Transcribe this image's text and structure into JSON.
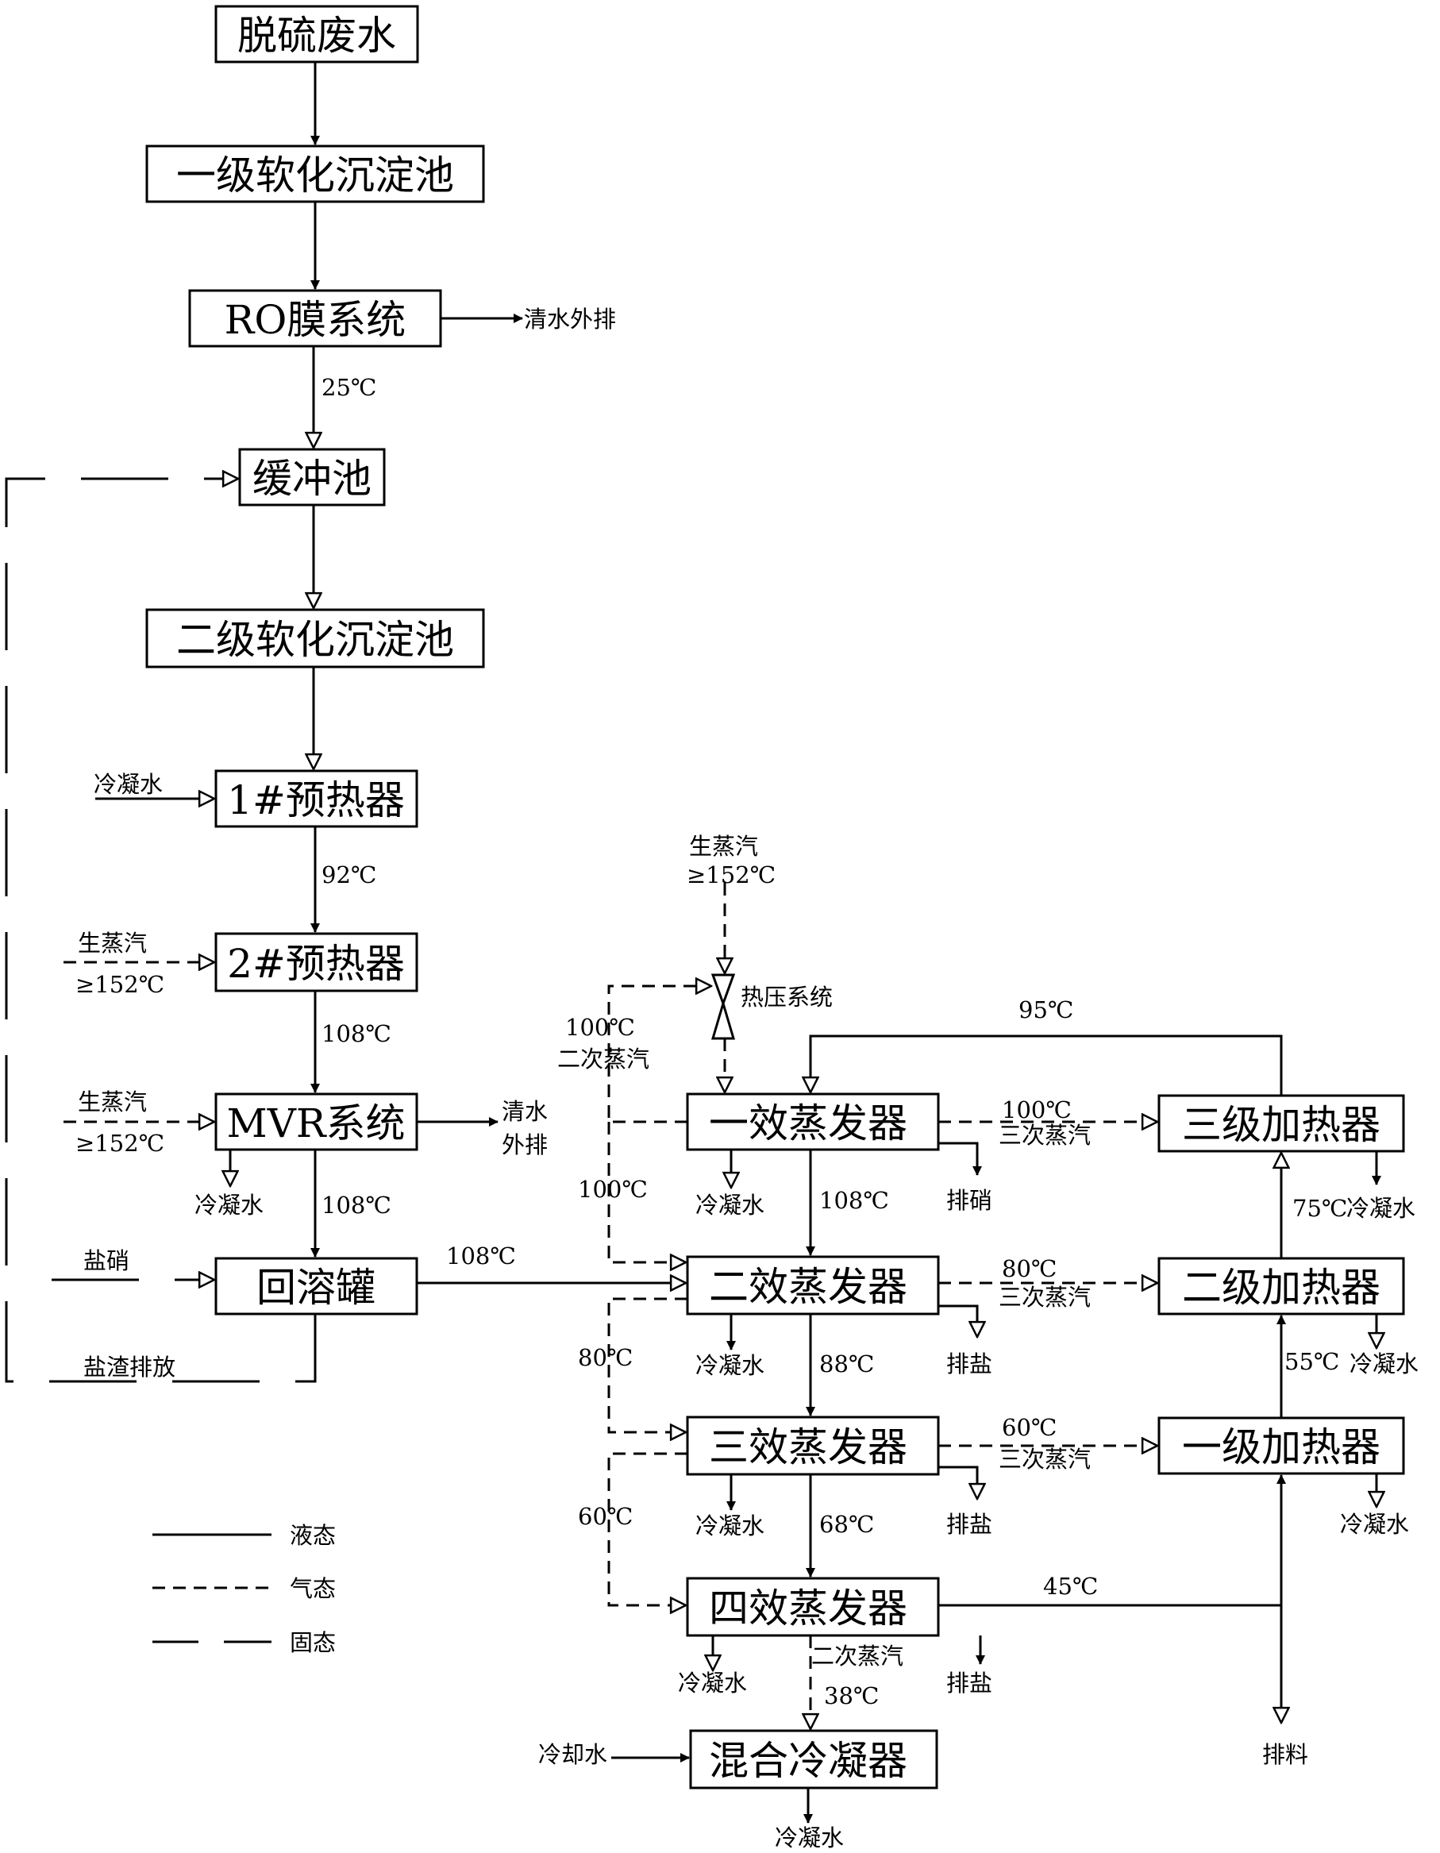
{
  "nodes": {
    "desulfur": "脱硫废水",
    "soft1": "一级软化沉淀池",
    "ro": "RO膜系统",
    "buffer": "缓冲池",
    "soft2": "二级软化沉淀池",
    "pre1": "1#预热器",
    "pre2": "2#预热器",
    "mvr": "MVR系统",
    "dissolve": "回溶罐",
    "evap1": "一效蒸发器",
    "evap2": "二效蒸发器",
    "evap3": "三效蒸发器",
    "evap4": "四效蒸发器",
    "mixcond": "混合冷凝器",
    "heat3": "三级加热器",
    "heat2": "二级加热器",
    "heat1": "一级加热器",
    "thermo": "热压系统"
  },
  "labels": {
    "clean_out": "清水外排",
    "clean_out_a": "清水",
    "clean_out_b": "外排",
    "t25": "25℃",
    "condensate": "冷凝水",
    "t92": "92℃",
    "live_steam": "生蒸汽",
    "ge152": "≥152℃",
    "t108": "108℃",
    "salt_nitrate": "盐硝",
    "salt_residue": "盐渣排放",
    "t100": "100℃",
    "secondary_steam": "二次蒸汽",
    "tertiary_steam": "三次蒸汽",
    "t95": "95℃",
    "t80": "80℃",
    "t60": "60℃",
    "t88": "88℃",
    "t68": "68℃",
    "t75": "75℃",
    "t55": "55℃",
    "t45": "45℃",
    "t38": "38℃",
    "nitrate_out": "排硝",
    "salt_out": "排盐",
    "discharge": "排料",
    "cooling_water": "冷却水"
  },
  "legend": {
    "liquid": "液态",
    "gas": "气态",
    "solid": "固态"
  }
}
